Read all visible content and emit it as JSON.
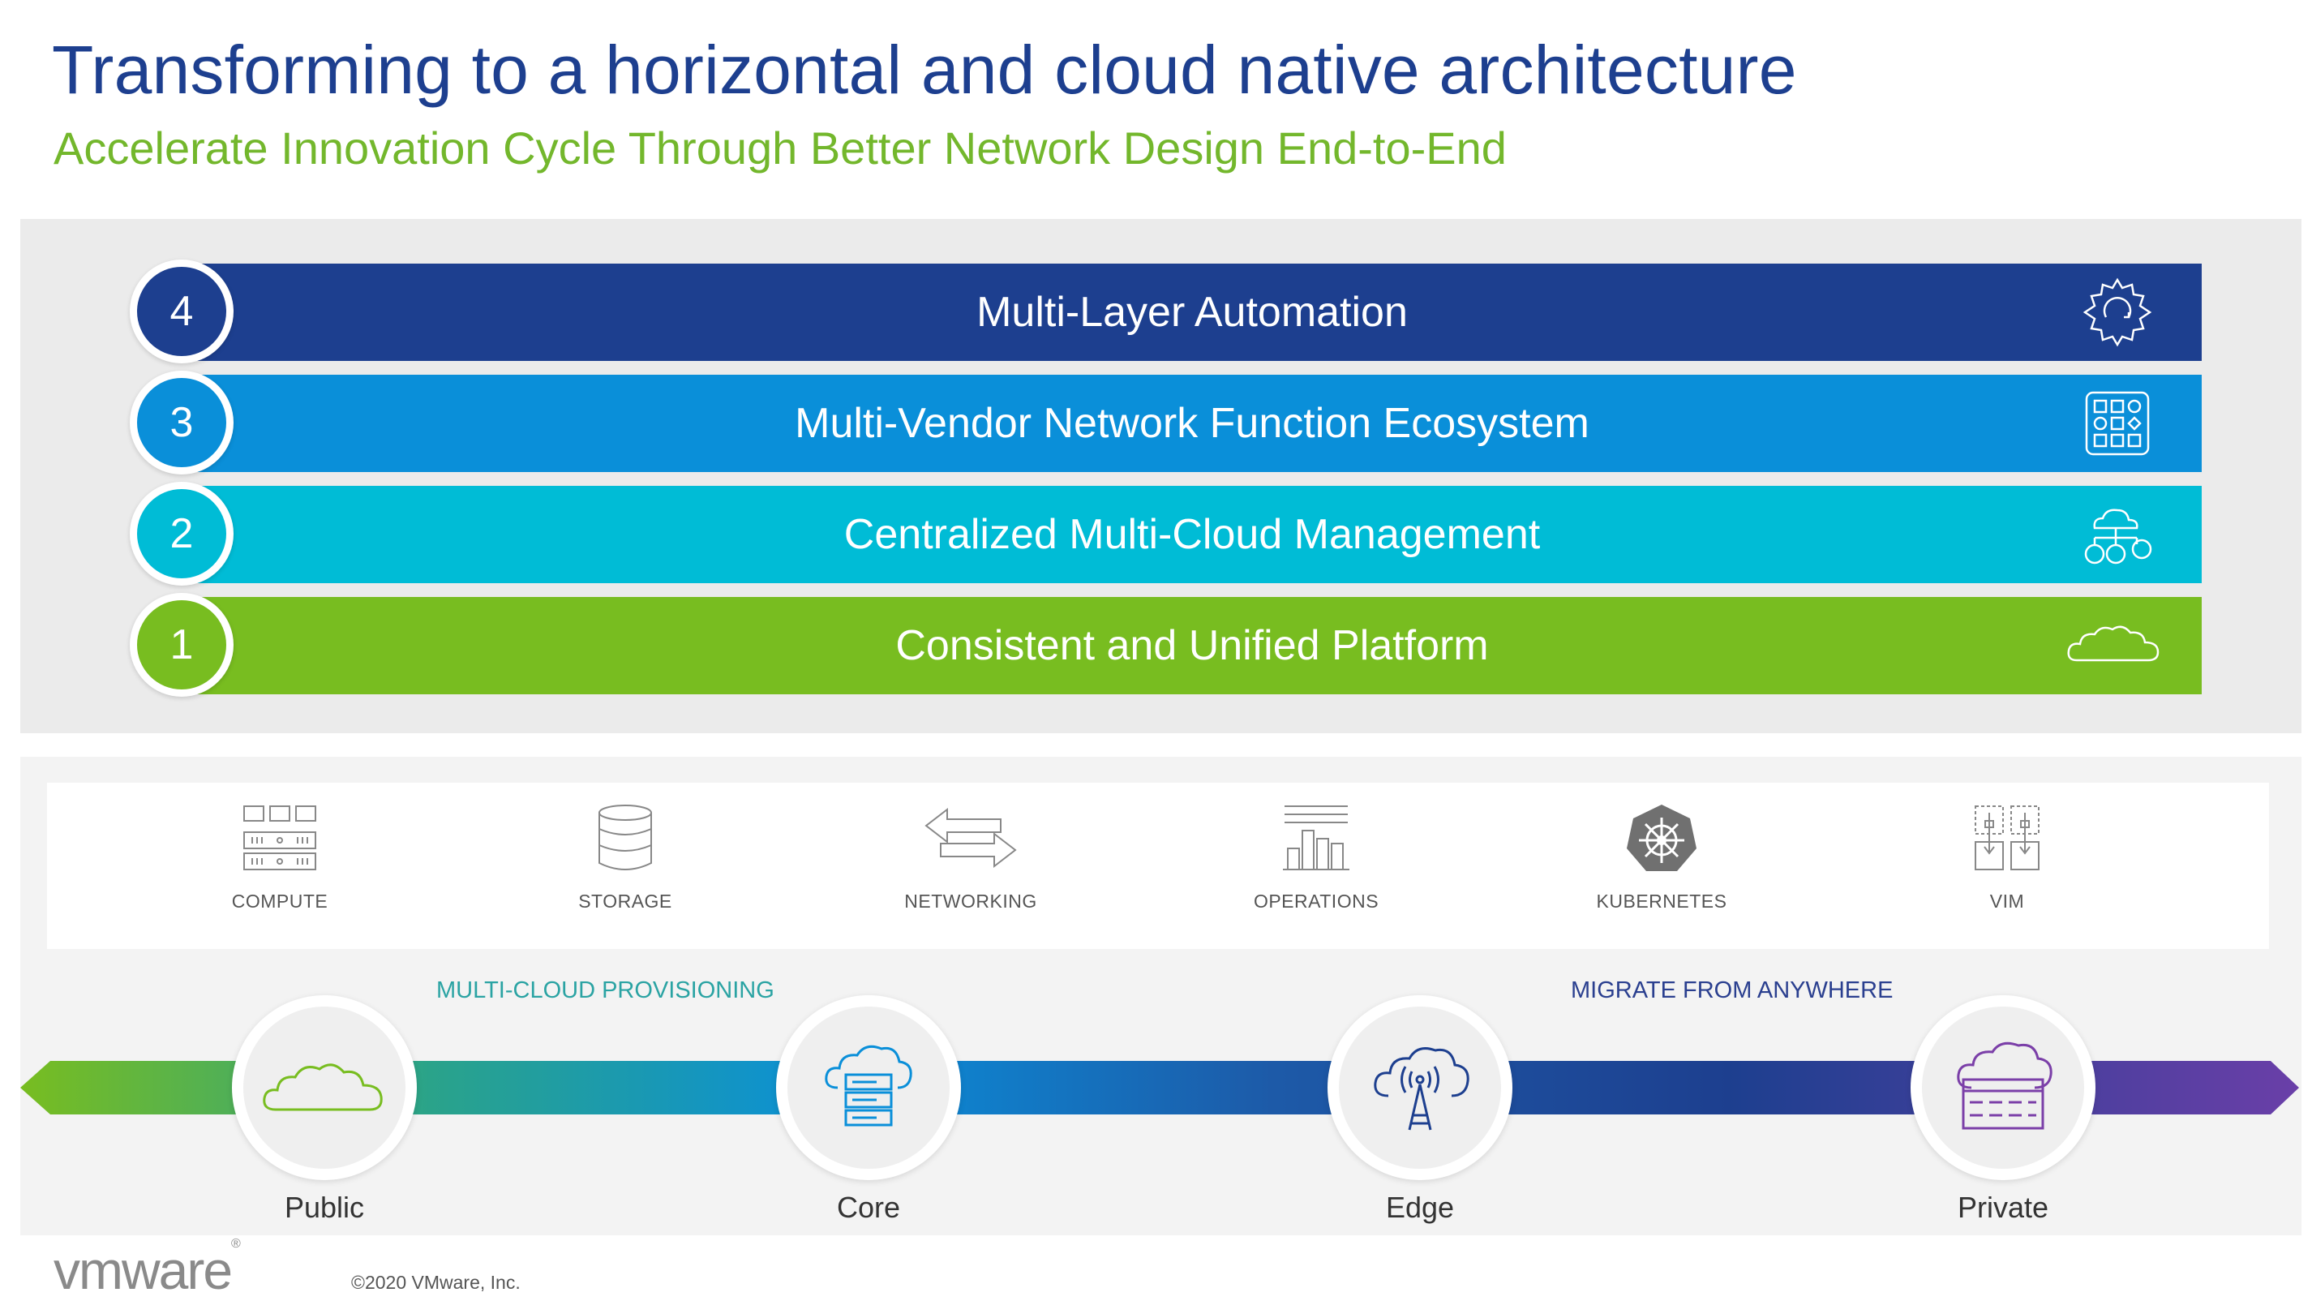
{
  "header": {
    "title": "Transforming to a horizontal and cloud native architecture",
    "subtitle": "Accelerate Innovation Cycle Through Better Network Design End-to-End"
  },
  "layers": [
    {
      "number": "4",
      "label": "Multi-Layer Automation",
      "color": "#1d3f8f",
      "icon": "gear-cycle-icon"
    },
    {
      "number": "3",
      "label": "Multi-Vendor Network Function Ecosystem",
      "color": "#0a8fd9",
      "icon": "app-grid-icon"
    },
    {
      "number": "2",
      "label": "Centralized Multi-Cloud Management",
      "color": "#00bcd6",
      "icon": "cloud-hierarchy-icon"
    },
    {
      "number": "1",
      "label": "Consistent and Unified Platform",
      "color": "#78bd20",
      "icon": "cloud-icon"
    }
  ],
  "infrastructure": [
    {
      "label": "COMPUTE",
      "icon": "server-vm-icon"
    },
    {
      "label": "STORAGE",
      "icon": "database-icon"
    },
    {
      "label": "NETWORKING",
      "icon": "bidirectional-arrows-icon"
    },
    {
      "label": "OPERATIONS",
      "icon": "building-chart-icon"
    },
    {
      "label": "KUBERNETES",
      "icon": "kubernetes-helm-icon"
    },
    {
      "label": "VIM",
      "icon": "vim-boxes-icon"
    }
  ],
  "flow": {
    "left_label": "MULTI-CLOUD PROVISIONING",
    "right_label": "MIGRATE FROM ANYWHERE",
    "left_label_color": "#2aa3a3",
    "right_label_color": "#2a3f8f"
  },
  "nodes": [
    {
      "label": "Public",
      "icon": "cloud-icon"
    },
    {
      "label": "Core",
      "icon": "cloud-server-icon"
    },
    {
      "label": "Edge",
      "icon": "cloud-antenna-icon"
    },
    {
      "label": "Private",
      "icon": "cloud-datacenter-icon"
    }
  ],
  "footer": {
    "logo": "vmware",
    "copyright": "©2020 VMware, Inc."
  }
}
